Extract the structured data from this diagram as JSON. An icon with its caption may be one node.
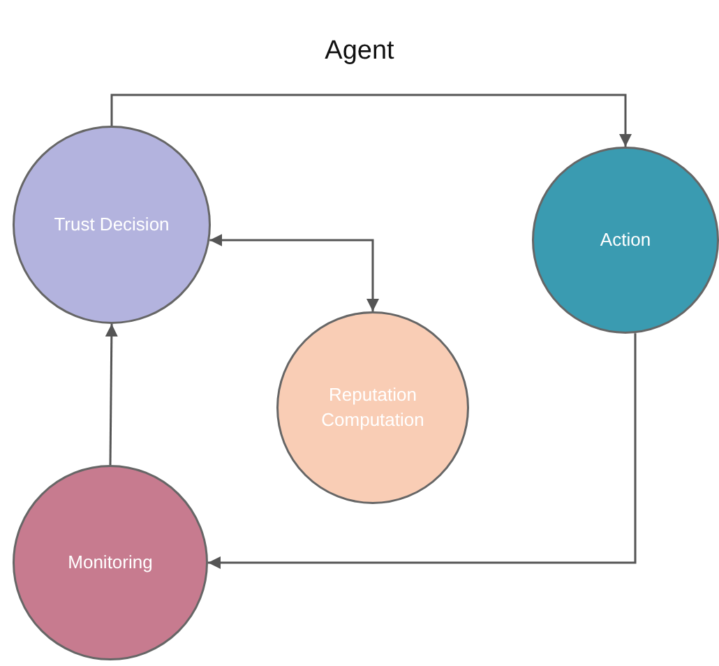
{
  "diagram": {
    "title": "Agent",
    "nodes": [
      {
        "text": [
          "Trust Decision"
        ]
      },
      {
        "text": [
          "Action"
        ]
      },
      {
        "text": [
          "Reputation Computation"
        ]
      },
      {
        "text": [
          "Monitoring"
        ]
      }
    ],
    "edges": [
      {
        "from": 0,
        "to": 1,
        "arrow": "to"
      },
      {
        "from": 0,
        "to": 2,
        "arrow": "both"
      },
      {
        "from": 1,
        "to": 3,
        "arrow": "to"
      },
      {
        "from": 3,
        "to": 0,
        "arrow": "to"
      }
    ]
  }
}
